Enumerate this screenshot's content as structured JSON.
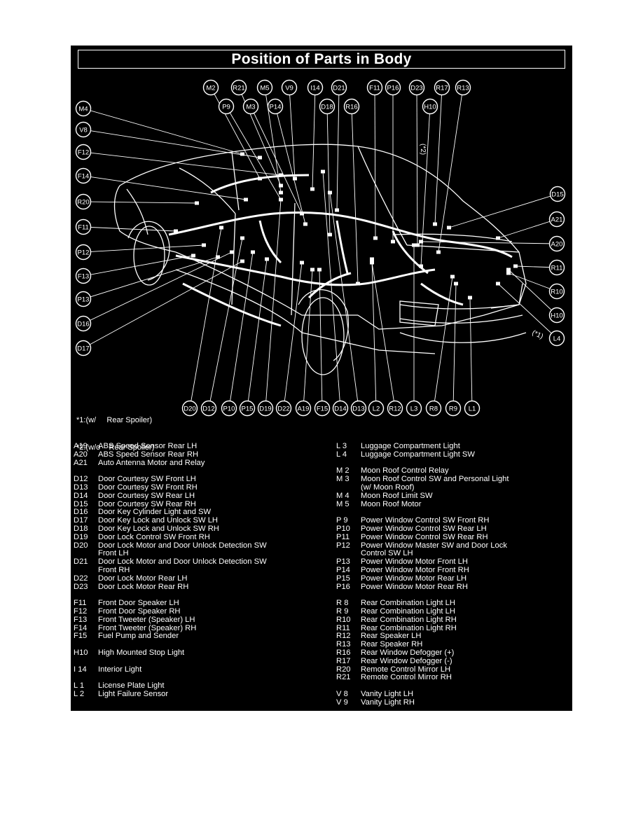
{
  "title": "Position of Parts in Body",
  "callouts": {
    "top": [
      "M2",
      "R21",
      "M5",
      "V9",
      "I14",
      "D21",
      "F11",
      "P16",
      "D23",
      "R17",
      "R13"
    ],
    "top_second": [
      "P9",
      "M3",
      "P14",
      "D18",
      "R16",
      "H10"
    ],
    "left": [
      "M4",
      "V8",
      "F12",
      "F14",
      "R20",
      "F11",
      "P12",
      "F13",
      "P13",
      "D16",
      "D17"
    ],
    "right": [
      "D15",
      "A21",
      "A20",
      "R11",
      "R10",
      "H10",
      "L4"
    ],
    "bottom": [
      "D20",
      "D12",
      "P10",
      "P15",
      "D19",
      "D22",
      "A19",
      "F15",
      "D14",
      "D13",
      "L2",
      "R12",
      "L3",
      "R8",
      "R9",
      "L1"
    ],
    "marker_1": "(*1)",
    "marker_2": "(*2)"
  },
  "notes": [
    "*1:(w/     Rear Spoiler)",
    "*2:(w/o    Rear Spoiler)"
  ],
  "legend_left": [
    {
      "code": "A19",
      "desc": "ABS Speed Sensor Rear LH"
    },
    {
      "code": "A20",
      "desc": "ABS Speed Sensor Rear RH"
    },
    {
      "code": "A21",
      "desc": "Auto Antenna Motor and Relay"
    },
    {
      "code": "",
      "desc": ""
    },
    {
      "code": "D12",
      "desc": "Door Courtesy SW Front LH"
    },
    {
      "code": "D13",
      "desc": "Door Courtesy SW Front RH"
    },
    {
      "code": "D14",
      "desc": "Door Courtesy SW Rear LH"
    },
    {
      "code": "D15",
      "desc": "Door Courtesy SW Rear RH"
    },
    {
      "code": "D16",
      "desc": "Door Key Cylinder Light and SW"
    },
    {
      "code": "D17",
      "desc": "Door Key Lock and Unlock SW LH"
    },
    {
      "code": "D18",
      "desc": "Door Key Lock and Unlock SW RH"
    },
    {
      "code": "D19",
      "desc": "Door Lock Control SW Front RH"
    },
    {
      "code": "D20",
      "desc": "Door Lock Motor and Door Unlock Detection SW"
    },
    {
      "code": "",
      "desc": "Front LH"
    },
    {
      "code": "D21",
      "desc": "Door Lock Motor and Door Unlock Detection SW"
    },
    {
      "code": "",
      "desc": "Front RH"
    },
    {
      "code": "D22",
      "desc": "Door Lock Motor Rear LH"
    },
    {
      "code": "D23",
      "desc": "Door Lock Motor Rear RH"
    },
    {
      "code": "",
      "desc": ""
    },
    {
      "code": "F11",
      "desc": "Front Door Speaker LH"
    },
    {
      "code": "F12",
      "desc": "Front Door Speaker RH"
    },
    {
      "code": "F13",
      "desc": "Front Tweeter (Speaker) LH"
    },
    {
      "code": "F14",
      "desc": "Front Tweeter (Speaker) RH"
    },
    {
      "code": "F15",
      "desc": "Fuel Pump and Sender"
    },
    {
      "code": "",
      "desc": ""
    },
    {
      "code": "H10",
      "desc": "High Mounted Stop Light"
    },
    {
      "code": "",
      "desc": ""
    },
    {
      "code": "I 14",
      "desc": "Interior Light"
    },
    {
      "code": "",
      "desc": ""
    },
    {
      "code": "L  1",
      "desc": "License Plate Light"
    },
    {
      "code": "L  2",
      "desc": "Light Failure Sensor"
    }
  ],
  "legend_right": [
    {
      "code": "L  3",
      "desc": "Luggage Compartment Light"
    },
    {
      "code": "L  4",
      "desc": "Luggage Compartment Light SW"
    },
    {
      "code": "",
      "desc": ""
    },
    {
      "code": "M 2",
      "desc": "Moon Roof Control Relay"
    },
    {
      "code": "M 3",
      "desc": "Moon Roof Control SW and Personal Light"
    },
    {
      "code": "",
      "desc": "(w/ Moon Roof)"
    },
    {
      "code": "M 4",
      "desc": "Moon Roof Limit SW"
    },
    {
      "code": "M 5",
      "desc": "Moon Roof Motor"
    },
    {
      "code": "",
      "desc": ""
    },
    {
      "code": "P  9",
      "desc": "Power Window Control SW Front RH"
    },
    {
      "code": "P10",
      "desc": "Power Window Control SW Rear LH"
    },
    {
      "code": "P11",
      "desc": "Power Window Control SW Rear RH"
    },
    {
      "code": "P12",
      "desc": "Power Window Master SW and Door Lock"
    },
    {
      "code": "",
      "desc": "Control SW LH"
    },
    {
      "code": "P13",
      "desc": "Power Window Motor Front LH"
    },
    {
      "code": "P14",
      "desc": "Power Window Motor Front RH"
    },
    {
      "code": "P15",
      "desc": "Power Window Motor Rear LH"
    },
    {
      "code": "P16",
      "desc": "Power Window Motor Rear RH"
    },
    {
      "code": "",
      "desc": ""
    },
    {
      "code": "R  8",
      "desc": "Rear Combination Light LH"
    },
    {
      "code": "R  9",
      "desc": "Rear Combination Light LH"
    },
    {
      "code": "R10",
      "desc": "Rear Combination Light RH"
    },
    {
      "code": "R11",
      "desc": "Rear Combination Light RH"
    },
    {
      "code": "R12",
      "desc": "Rear Speaker LH"
    },
    {
      "code": "R13",
      "desc": "Rear Speaker RH"
    },
    {
      "code": "R16",
      "desc": "Rear Window Defogger (+)"
    },
    {
      "code": "R17",
      "desc": "Rear Window Defogger (-)"
    },
    {
      "code": "R20",
      "desc": "Remote Control Mirror LH"
    },
    {
      "code": "R21",
      "desc": "Remote Control Mirror RH"
    },
    {
      "code": "",
      "desc": ""
    },
    {
      "code": "V  8",
      "desc": "Vanity Light LH"
    },
    {
      "code": "V  9",
      "desc": "Vanity Light RH"
    }
  ]
}
